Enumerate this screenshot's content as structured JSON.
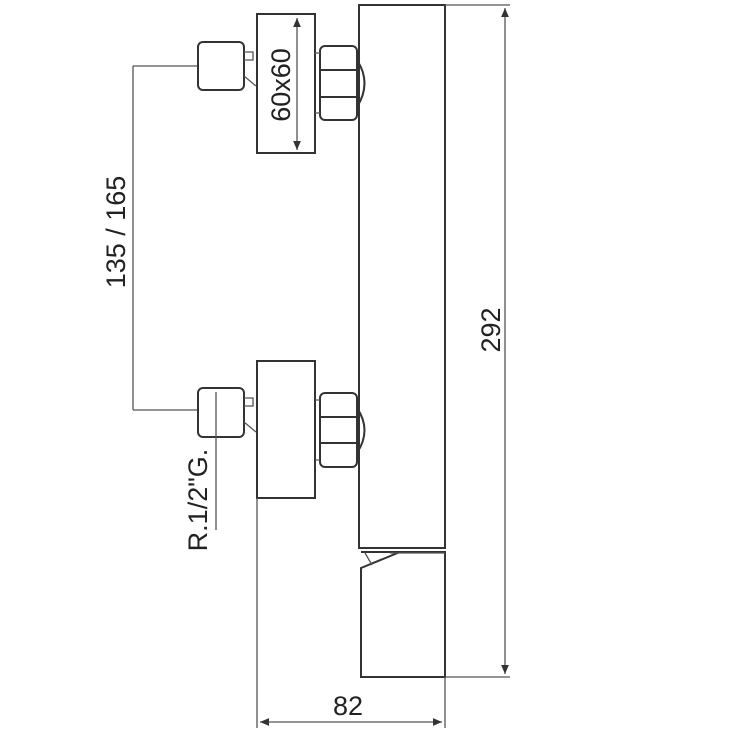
{
  "dimensions": {
    "plate_size": "60x60",
    "inlet_spacing": "135 / 165",
    "thread": "R.1/2\"G.",
    "total_height": "292",
    "depth": "82"
  },
  "colors": {
    "line": "#333333",
    "background": "#ffffff"
  }
}
